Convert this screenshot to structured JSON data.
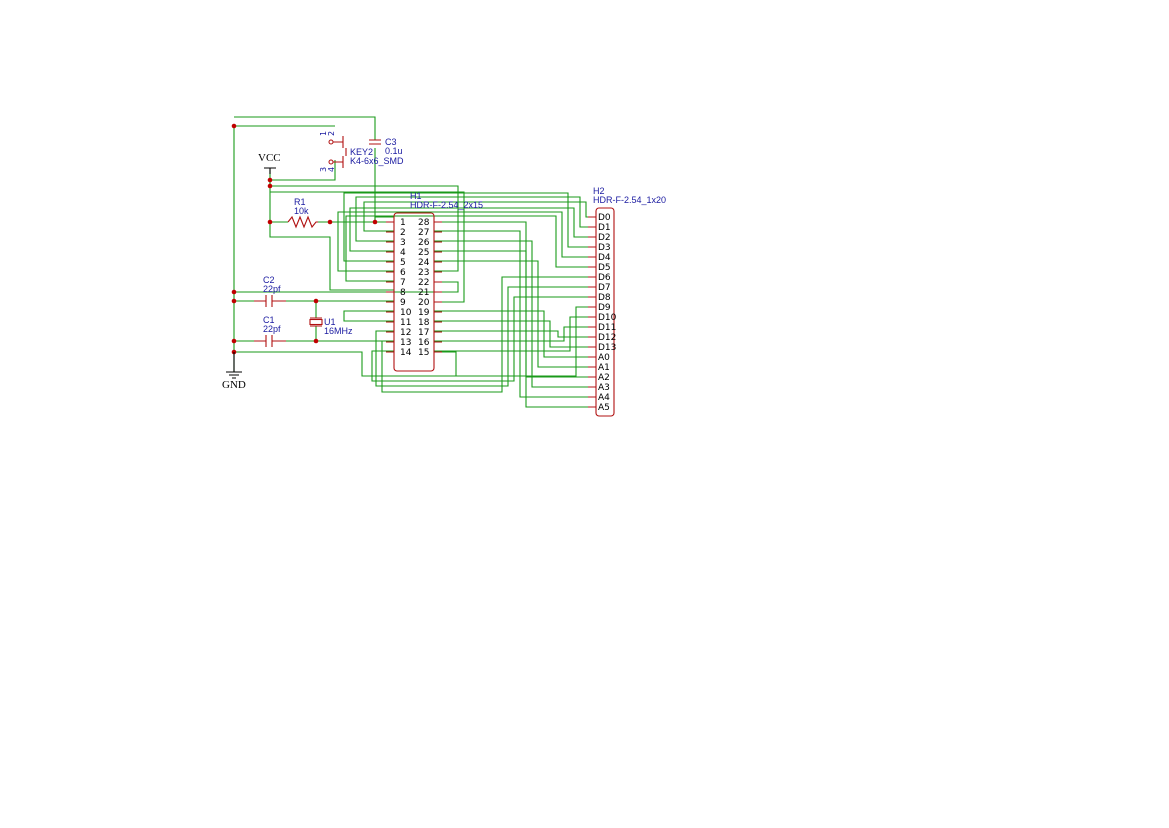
{
  "power": {
    "vcc": "VCC",
    "gnd": "GND"
  },
  "components": {
    "key2": {
      "ref": "KEY2",
      "value": "K4-6x6_SMD",
      "pins": [
        "1",
        "2",
        "3",
        "4"
      ]
    },
    "c3": {
      "ref": "C3",
      "value": "0.1u"
    },
    "r1": {
      "ref": "R1",
      "value": "10k"
    },
    "c2": {
      "ref": "C2",
      "value": "22pf"
    },
    "c1": {
      "ref": "C1",
      "value": "22pf"
    },
    "u1": {
      "ref": "U1",
      "value": "16MHz"
    },
    "h1": {
      "ref": "H1",
      "value": "HDR-F-2.54_2x15",
      "left_pins": [
        "1",
        "2",
        "3",
        "4",
        "5",
        "6",
        "7",
        "8",
        "9",
        "10",
        "11",
        "12",
        "13",
        "14"
      ],
      "right_pins": [
        "28",
        "27",
        "26",
        "25",
        "24",
        "23",
        "22",
        "21",
        "20",
        "19",
        "18",
        "17",
        "16",
        "15"
      ]
    },
    "h2": {
      "ref": "H2",
      "value": "HDR-F-2.54_1x20",
      "pins": [
        "D0",
        "D1",
        "D2",
        "D3",
        "D4",
        "D5",
        "D6",
        "D7",
        "D8",
        "D9",
        "D10",
        "D11",
        "D12",
        "D13",
        "A0",
        "A1",
        "A2",
        "A3",
        "A4",
        "A5"
      ]
    }
  },
  "colors": {
    "wire": "#1a9a1a",
    "component": "#b01010",
    "label": "#1a1aa0",
    "junction": "#c00000"
  }
}
